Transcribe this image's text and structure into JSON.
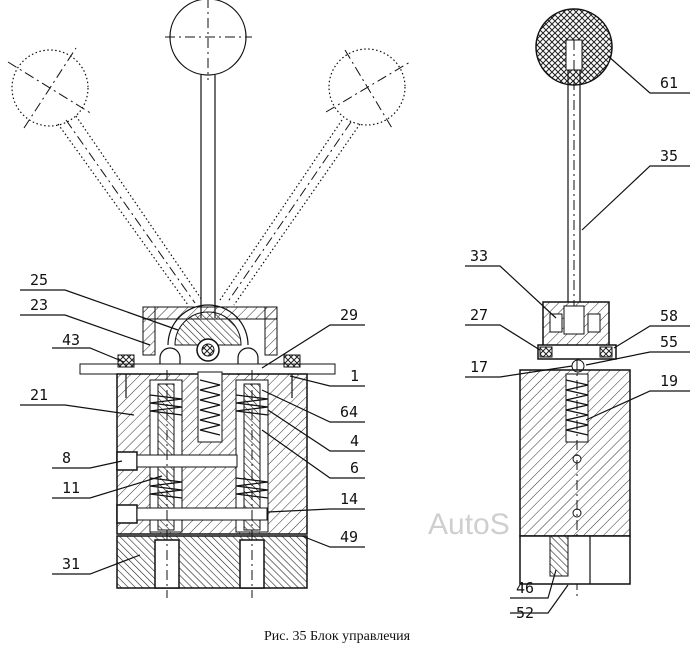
{
  "labels_left": [
    "25",
    "23",
    "29",
    "43",
    "1",
    "21",
    "64",
    "4",
    "8",
    "6",
    "11",
    "14",
    "31",
    "49"
  ],
  "labels_right": [
    "61",
    "35",
    "33",
    "27",
    "58",
    "55",
    "17",
    "19",
    "46",
    "52"
  ],
  "watermark": "AutoS",
  "caption": "Рис. 35 Блок управлечия"
}
